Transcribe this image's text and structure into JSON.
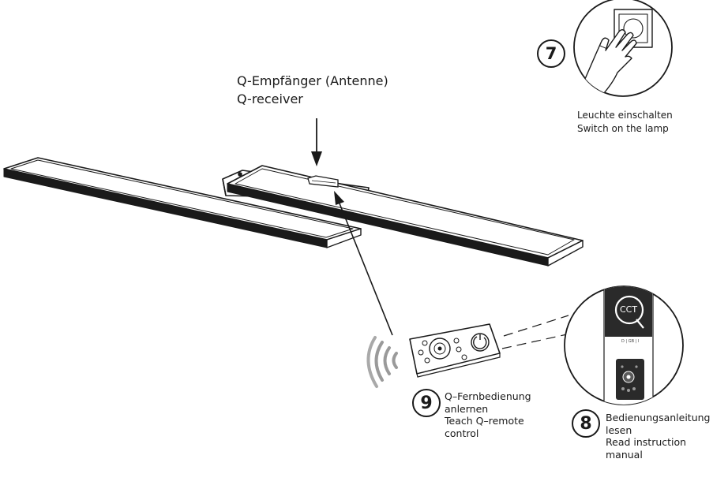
{
  "receiver_label": {
    "line1": "Q-Empfänger (Antenne)",
    "line2": "Q-receiver"
  },
  "steps": [
    {
      "number": "7",
      "lines": [
        "Leuchte einschalten",
        "Switch on the lamp"
      ]
    },
    {
      "number": "8",
      "lines": [
        "Bedienungsanleitung",
        "lesen",
        "Read  instruction",
        "manual"
      ]
    },
    {
      "number": "9",
      "lines": [
        "Q–Fernbedienung",
        "anlernen",
        "Teach  Q–remote",
        "control"
      ]
    }
  ],
  "manual_cover": {
    "logo_text": "CCT",
    "small_text": "D | GB | I"
  },
  "colors": {
    "line": "#1a1a1a",
    "manual_dark": "#2a2a2a",
    "sound_waves": "#9a9a9a"
  }
}
